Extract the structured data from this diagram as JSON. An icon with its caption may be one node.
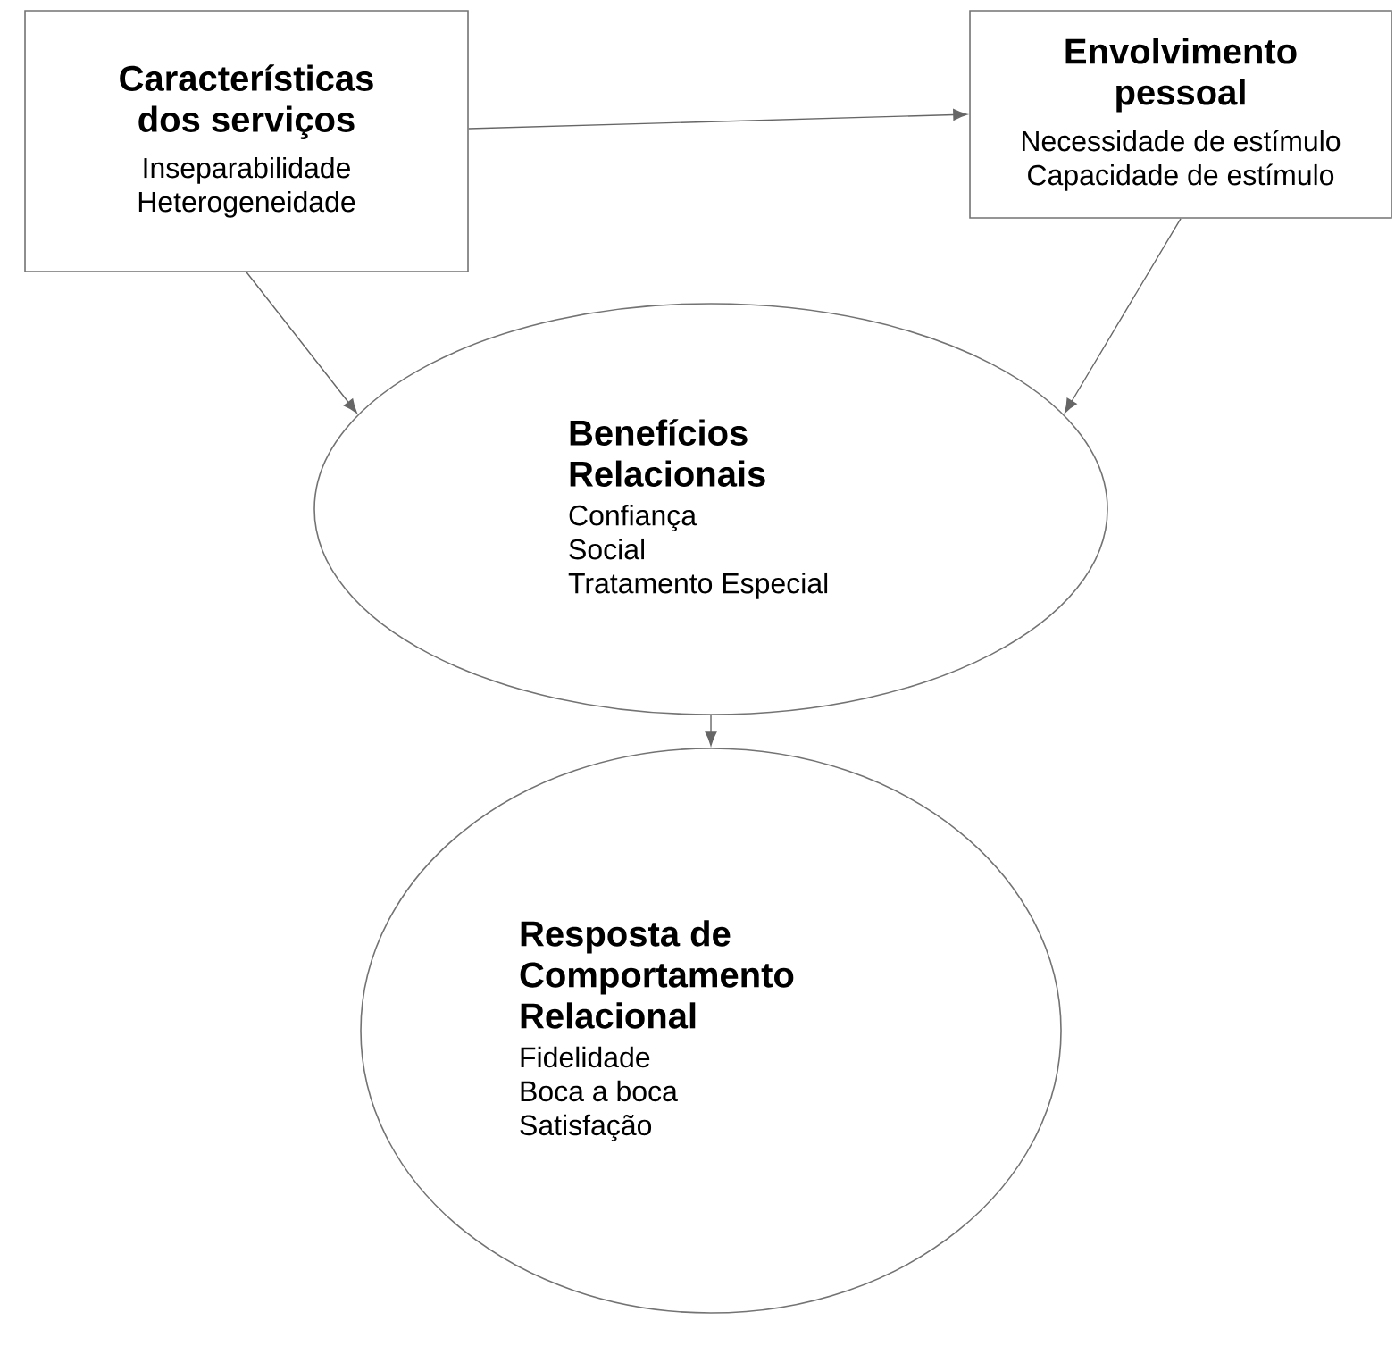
{
  "diagram": {
    "nodes": [
      {
        "text": [
          "Características dos serviços",
          "Inseparabilidade",
          "Heterogeneidade"
        ]
      },
      {
        "text": [
          "Envolvimento pessoal",
          "Necessidade de estímulo",
          "Capacidade de estímulo"
        ]
      },
      {
        "text": [
          "Benefícios Relacionais",
          "Confiança",
          "Social",
          "Tratamento Especial"
        ]
      },
      {
        "text": [
          "Resposta de Comportamento Relacional",
          "Fidelidade",
          "Boca a boca",
          "Satisfação"
        ]
      }
    ],
    "edges": [
      {
        "from": 0,
        "to": 1,
        "arrow": "to"
      },
      {
        "from": 0,
        "to": 2,
        "arrow": "to"
      },
      {
        "from": 1,
        "to": 2,
        "arrow": "to"
      },
      {
        "from": 2,
        "to": 3,
        "arrow": "to"
      }
    ]
  }
}
